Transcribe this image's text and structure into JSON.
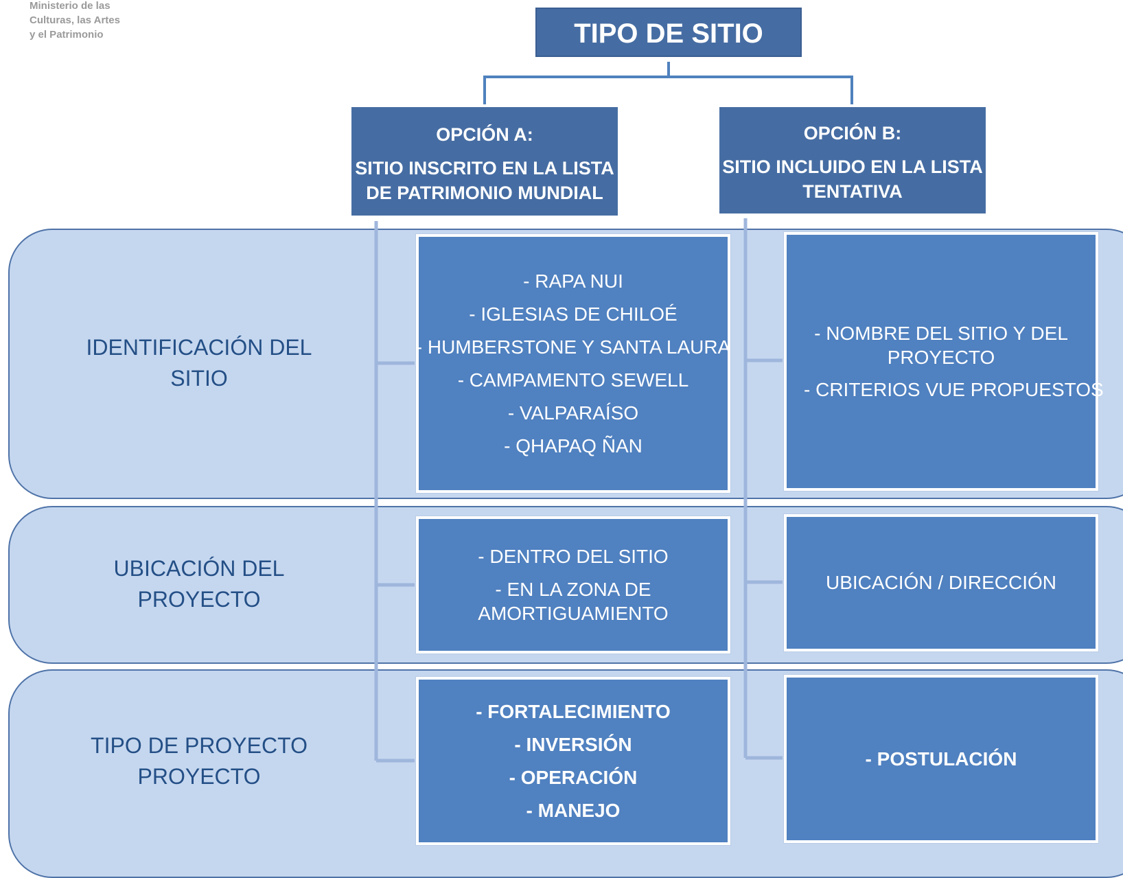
{
  "logo": {
    "lines": [
      "Ministerio de las",
      "Culturas, las Artes",
      "y el Patrimonio"
    ]
  },
  "title": "TIPO DE SITIO",
  "option_a": {
    "label": "OPCIÓN A:",
    "title": "SITIO INSCRITO EN LA LISTA DE PATRIMONIO MUNDIAL"
  },
  "option_b": {
    "label": "OPCIÓN B:",
    "title": "SITIO INCLUIDO EN LA LISTA TENTATIVA"
  },
  "rows": [
    {
      "label_lines": [
        "IDENTIFICACIÓN DEL",
        "SITIO"
      ],
      "a_items": [
        "- RAPA NUI",
        "- IGLESIAS DE CHILOÉ",
        "- HUMBERSTONE Y SANTA LAURA",
        "- CAMPAMENTO SEWELL",
        "- VALPARAÍSO",
        "- QHAPAQ ÑAN"
      ],
      "b_items": [
        "- NOMBRE DEL SITIO Y DEL PROYECTO",
        "- CRITERIOS VUE PROPUESTOS"
      ]
    },
    {
      "label_lines": [
        "UBICACIÓN DEL",
        "PROYECTO"
      ],
      "a_items": [
        "- DENTRO DEL SITIO",
        "- EN LA ZONA DE AMORTIGUAMIENTO"
      ],
      "b_items": [
        "UBICACIÓN / DIRECCIÓN"
      ]
    },
    {
      "label_lines": [
        "TIPO DE PROYECTO",
        "PROYECTO"
      ],
      "a_items": [
        "- FORTALECIMIENTO",
        "- INVERSIÓN",
        "- OPERACIÓN",
        "- MANEJO"
      ],
      "b_items": [
        "- POSTULACIÓN"
      ]
    }
  ]
}
